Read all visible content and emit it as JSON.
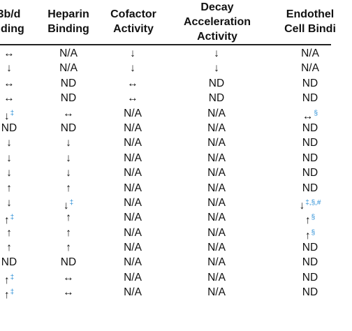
{
  "header": {
    "col0": [
      "3b/d",
      "nding"
    ],
    "col1": [
      "Heparin",
      "Binding"
    ],
    "col2": [
      "Cofactor",
      "Activity"
    ],
    "col3": [
      "Decay",
      "Acceleration",
      "Activity"
    ],
    "col4": [
      "Endothel",
      "Cell Bindi"
    ]
  },
  "colors": {
    "superscript": "#2b8fd6",
    "text": "#111111",
    "rule": "#222222"
  },
  "rows": [
    [
      {
        "t": "↔"
      },
      {
        "t": "N/A"
      },
      {
        "t": "↓"
      },
      {
        "t": "↓"
      },
      {
        "t": "N/A"
      }
    ],
    [
      {
        "t": "↓"
      },
      {
        "t": "N/A"
      },
      {
        "t": "↓"
      },
      {
        "t": "↓"
      },
      {
        "t": "N/A"
      }
    ],
    [
      {
        "t": "↔"
      },
      {
        "t": "ND"
      },
      {
        "t": "↔"
      },
      {
        "t": "ND"
      },
      {
        "t": "ND"
      }
    ],
    [
      {
        "t": "↔"
      },
      {
        "t": "ND"
      },
      {
        "t": "↔"
      },
      {
        "t": "ND"
      },
      {
        "t": "ND"
      }
    ],
    [
      {
        "t": "↓",
        "s": "‡"
      },
      {
        "t": "↔"
      },
      {
        "t": "N/A"
      },
      {
        "t": "N/A"
      },
      {
        "t": "↔",
        "s": "§"
      }
    ],
    [
      {
        "t": "ND"
      },
      {
        "t": "ND"
      },
      {
        "t": "N/A"
      },
      {
        "t": "N/A"
      },
      {
        "t": "ND"
      }
    ],
    [
      {
        "t": "↓"
      },
      {
        "t": "↓"
      },
      {
        "t": "N/A"
      },
      {
        "t": "N/A"
      },
      {
        "t": "ND"
      }
    ],
    [
      {
        "t": "↓"
      },
      {
        "t": "↓"
      },
      {
        "t": "N/A"
      },
      {
        "t": "N/A"
      },
      {
        "t": "ND"
      }
    ],
    [
      {
        "t": "↓"
      },
      {
        "t": "↓"
      },
      {
        "t": "N/A"
      },
      {
        "t": "N/A"
      },
      {
        "t": "ND"
      }
    ],
    [
      {
        "t": "↑"
      },
      {
        "t": "↑"
      },
      {
        "t": "N/A"
      },
      {
        "t": "N/A"
      },
      {
        "t": "ND"
      }
    ],
    [
      {
        "t": "↓"
      },
      {
        "t": "↓",
        "s": "‡"
      },
      {
        "t": "N/A"
      },
      {
        "t": "N/A"
      },
      {
        "t": "↓",
        "s": "‡,§,#"
      }
    ],
    [
      {
        "t": "↑",
        "s": "‡"
      },
      {
        "t": "↑"
      },
      {
        "t": "N/A"
      },
      {
        "t": "N/A"
      },
      {
        "t": "↑",
        "s": "§"
      }
    ],
    [
      {
        "t": "↑"
      },
      {
        "t": "↑"
      },
      {
        "t": "N/A"
      },
      {
        "t": "N/A"
      },
      {
        "t": "↑",
        "s": "§"
      }
    ],
    [
      {
        "t": "↑"
      },
      {
        "t": "↑"
      },
      {
        "t": "N/A"
      },
      {
        "t": "N/A"
      },
      {
        "t": "ND"
      }
    ],
    [
      {
        "t": "ND"
      },
      {
        "t": "ND"
      },
      {
        "t": "N/A"
      },
      {
        "t": "N/A"
      },
      {
        "t": "ND"
      }
    ],
    [
      {
        "t": "↑",
        "s": "‡"
      },
      {
        "t": "↔"
      },
      {
        "t": "N/A"
      },
      {
        "t": "N/A"
      },
      {
        "t": "ND"
      }
    ],
    [
      {
        "t": "↑",
        "s": "‡"
      },
      {
        "t": "↔"
      },
      {
        "t": "N/A"
      },
      {
        "t": "N/A"
      },
      {
        "t": "ND"
      }
    ]
  ]
}
